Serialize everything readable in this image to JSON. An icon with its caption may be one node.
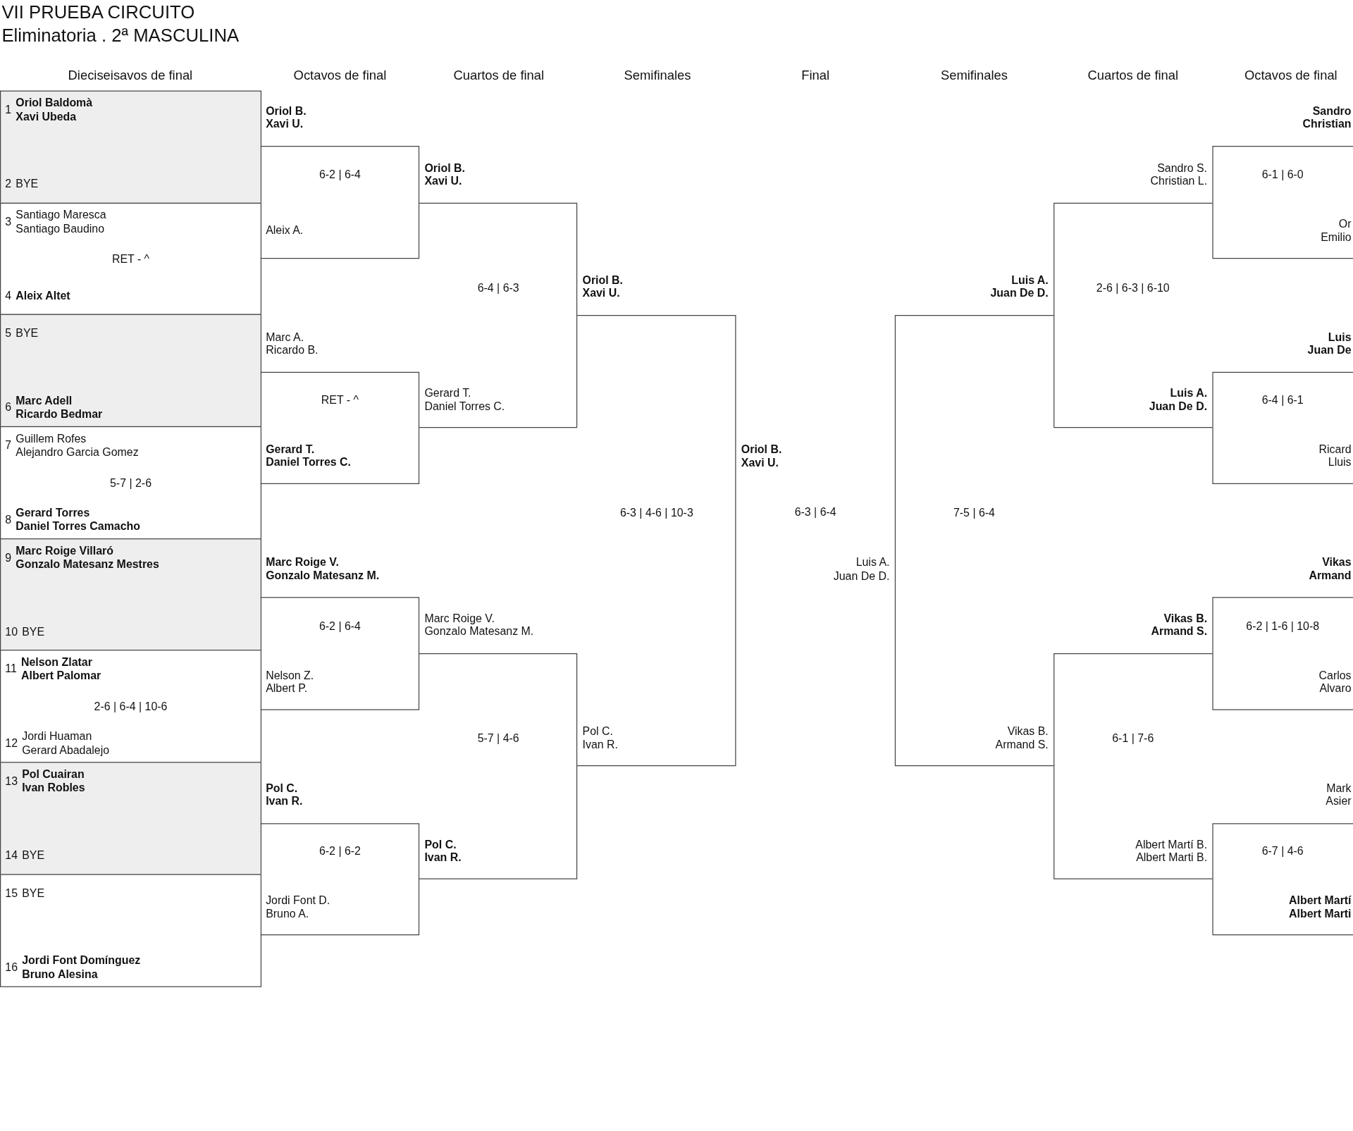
{
  "diagram": {
    "title": "VII PRUEBA CIRCUITO",
    "nodes": [
      {
        "text": [
          "1",
          "Oriol Baldomà",
          "Xavi Ubeda",
          "2",
          "BYE"
        ]
      },
      {
        "text": [
          "3",
          "Santiago Maresca",
          "Santiago Baudino",
          "RET - ^",
          "4",
          "Aleix Altet"
        ]
      },
      {
        "text": [
          "5",
          "BYE",
          "6",
          "Marc Adell",
          "Ricardo Bedmar"
        ]
      },
      {
        "text": [
          "7",
          "Guillem Rofes",
          "Alejandro Garcia Gomez",
          "5-7 | 2-6",
          "8",
          "Gerard Torres",
          "Daniel Torres Camacho"
        ]
      },
      {
        "text": [
          "9",
          "Marc Roige Villaró",
          "Gonzalo Matesanz Mestres",
          "10",
          "BYE"
        ]
      },
      {
        "text": [
          "11",
          "Nelson Zlatar",
          "Albert Palomar",
          "2-6 | 6-4 | 10-6",
          "12",
          "Jordi Huaman",
          "Gerard Abadalejo"
        ]
      },
      {
        "text": [
          "13",
          "Pol Cuairan",
          "Ivan Robles",
          "14",
          "BYE"
        ]
      },
      {
        "text": [
          "15",
          "BYE",
          "16",
          "Jordi Font Domínguez",
          "Bruno Alesina"
        ]
      },
      {
        "text": [
          "6-2 | 6-4",
          "Aleix A."
        ],
        "beside": [
          "Oriol B.",
          "Xavi U."
        ]
      },
      {
        "text": [
          "RET - ^",
          "Gerard T.",
          "Daniel Torres C."
        ],
        "beside": [
          "Marc A.",
          "Ricardo B."
        ]
      },
      {
        "text": [
          "6-2 | 6-4",
          "Nelson Z.",
          "Albert P."
        ],
        "beside": [
          "Marc Roige V.",
          "Gonzalo Matesanz M."
        ]
      },
      {
        "text": [
          "6-2 | 6-2",
          "Jordi Font D.",
          "Bruno A."
        ],
        "beside": [
          "Pol C.",
          "Ivan R."
        ]
      },
      {
        "text": [
          "6-4 | 6-3",
          "Gerard T.",
          "Daniel Torres C."
        ],
        "beside": [
          "Oriol B.",
          "Xavi U."
        ]
      },
      {
        "text": [
          "5-7 | 4-6",
          "Pol C.",
          "Ivan R."
        ],
        "beside": [
          "Marc Roige V.",
          "Gonzalo Matesanz M."
        ]
      },
      {
        "text": [
          "6-3 | 4-6 | 10-3",
          "Pol C.",
          "Ivan R."
        ],
        "beside": [
          "Oriol B.",
          "Xavi U."
        ]
      },
      {
        "text": [
          "7-5 | 6-4",
          "Vikas B.",
          "Armand S."
        ],
        "beside": [
          "Luis A.",
          "Juan De D."
        ]
      },
      {
        "text": [
          "2-6 | 6-3 | 6-10",
          "Luis A.",
          "Juan De D."
        ],
        "beside": [
          "Sandro S.",
          "Christian L."
        ]
      },
      {
        "text": [
          "6-1 | 7-6",
          "Albert Martí B.",
          "Albert Marti B."
        ],
        "beside": [
          "Vikas B.",
          "Armand S."
        ]
      },
      {
        "text": [
          "6-1 | 6-0",
          "Or",
          "Emilio"
        ],
        "beside": [
          "Sandro",
          "Christian"
        ]
      },
      {
        "text": [
          "6-4 | 6-1",
          "Ricard",
          "Lluis"
        ],
        "beside": [
          "Luis",
          "Juan De"
        ]
      },
      {
        "text": [
          "6-2 | 1-6 | 10-8",
          "Carlos",
          "Alvaro"
        ],
        "beside": [
          "Vikas",
          "Armand"
        ]
      },
      {
        "text": [
          "6-7 | 4-6",
          "Albert Martí",
          "Albert Marti"
        ],
        "beside": [
          "Mark",
          "Asier"
        ]
      }
    ],
    "labels": [
      "Eliminatoria . 2ª MASCULINA",
      "Dieciseisavos de final",
      "Octavos de final",
      "Cuartos de final",
      "Semifinales",
      "Final",
      "Semifinales",
      "Cuartos de final",
      "Octavos de final",
      "Oriol B.",
      "Xavi U.",
      "6-3 | 6-4",
      "Luis A.",
      "Juan De D."
    ]
  }
}
